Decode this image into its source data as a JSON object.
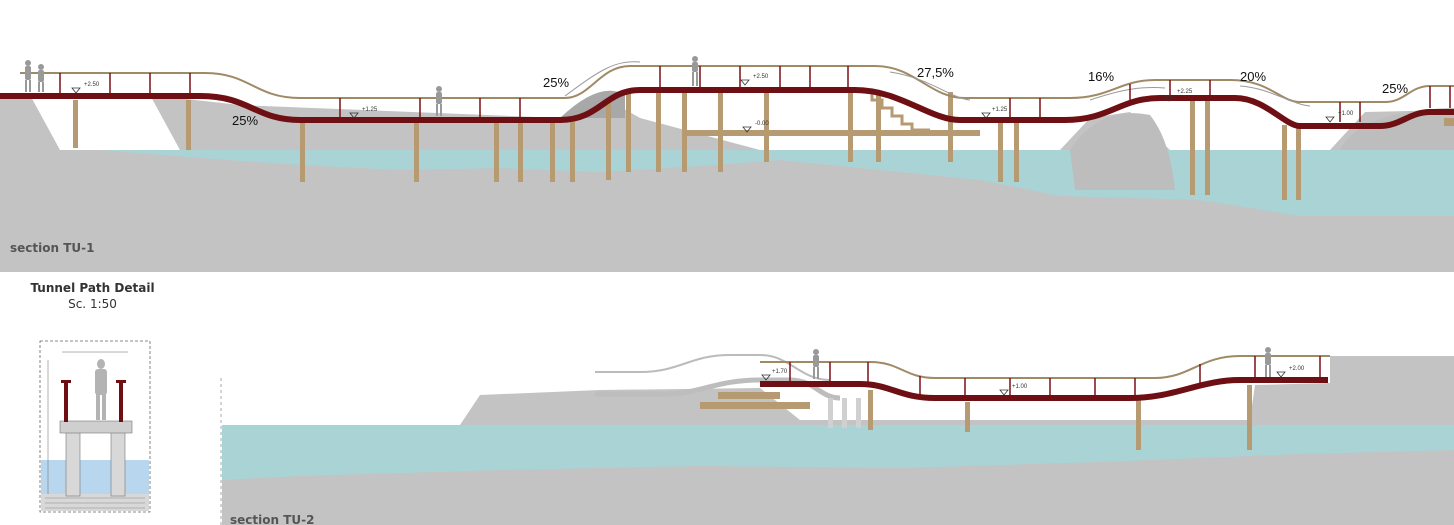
{
  "sections": {
    "tu1": {
      "label": "section TU-1",
      "slopes": [
        "25%",
        "25%",
        "27,5%",
        "16%",
        "20%",
        "25%"
      ],
      "levels": [
        "+2.50",
        "+1.25",
        "+2.50",
        "-0.00",
        "+1.25",
        "+2.25",
        "+1.00"
      ]
    },
    "tu2": {
      "label": "section TU-2",
      "levels": [
        "+1.70",
        "+1.00",
        "+2.00"
      ]
    }
  },
  "detail": {
    "title": "Tunnel Path Detail",
    "scale": "Sc. 1:50"
  },
  "colors": {
    "ground": "#c3c3c3",
    "water": "#a9d4d6",
    "deck": "#6e0f14",
    "piers": "#b59a72",
    "railing": "#a08a66"
  }
}
